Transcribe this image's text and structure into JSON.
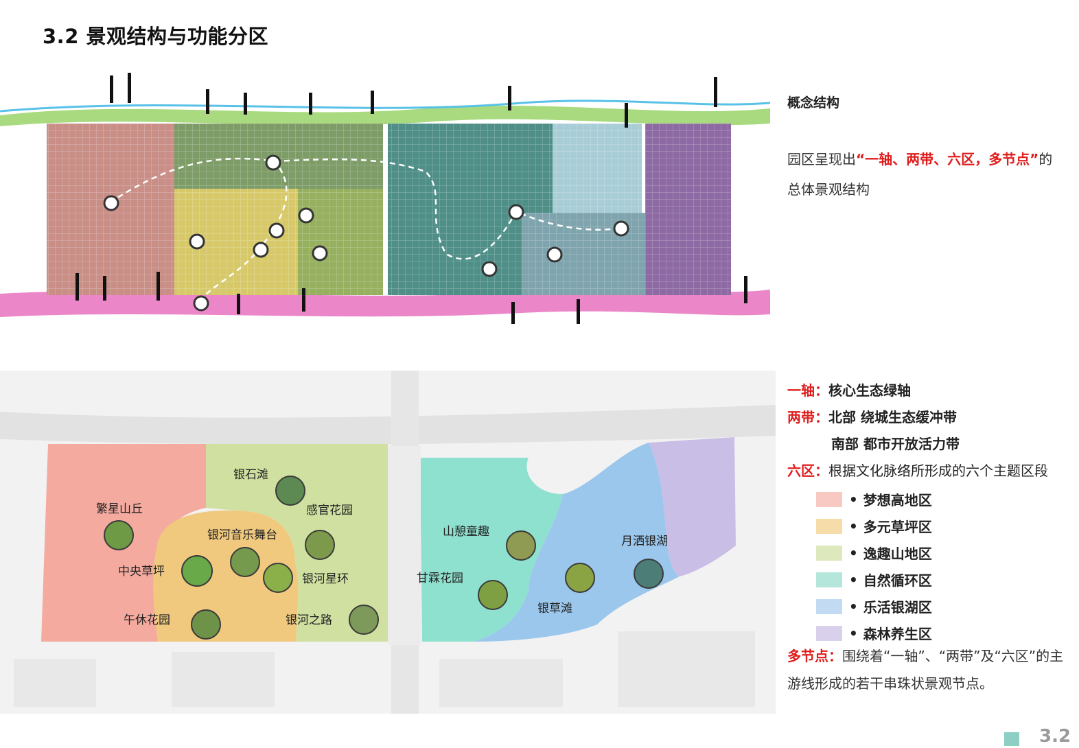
{
  "title": "3.2 景观结构与功能分区",
  "concept": {
    "heading": "概念结构",
    "intro_plain_1": "园区呈现出",
    "intro_highlight": "“一轴、两带、六区，多节点”",
    "intro_plain_2": "的总体景观结构"
  },
  "structure": {
    "axis_label": "一轴：",
    "axis_value": "核心生态绿轴",
    "belts_label": "两带：",
    "belt_north": "北部 绕城生态缓冲带",
    "belt_south": "南部 都市开放活力带",
    "zones_label": "六区：",
    "zones_value": "根据文化脉络所形成的六个主题区段",
    "nodes_label": "多节点：",
    "nodes_value": "围绕着“一轴”、“两带”及“六区”的主游线形成的若干串珠状景观节点。"
  },
  "zones": [
    {
      "name": "梦想高地区",
      "color": "#f7c9c2"
    },
    {
      "name": "多元草坪区",
      "color": "#f5dca8"
    },
    {
      "name": "逸趣山地区",
      "color": "#dde8bd"
    },
    {
      "name": "自然循环区",
      "color": "#b5e6dc"
    },
    {
      "name": "乐活银湖区",
      "color": "#c3dbf2"
    },
    {
      "name": "森林养生区",
      "color": "#d9d1ec"
    }
  ],
  "plan_labels": {
    "fanxing": "繁星山丘",
    "yinshitan": "银石滩",
    "ganguan": "感官花园",
    "yinhe_stage": "银河音乐舞台",
    "zhongyang": "中央草坪",
    "yinhe_ring": "银河星环",
    "wuxiu": "午休花园",
    "yinhe_road": "银河之路",
    "shanqi": "山憩童趣",
    "ganlin": "甘霖花园",
    "yuesa": "月洒银湖",
    "yincaotan": "银草滩"
  },
  "page_number": "3.2"
}
